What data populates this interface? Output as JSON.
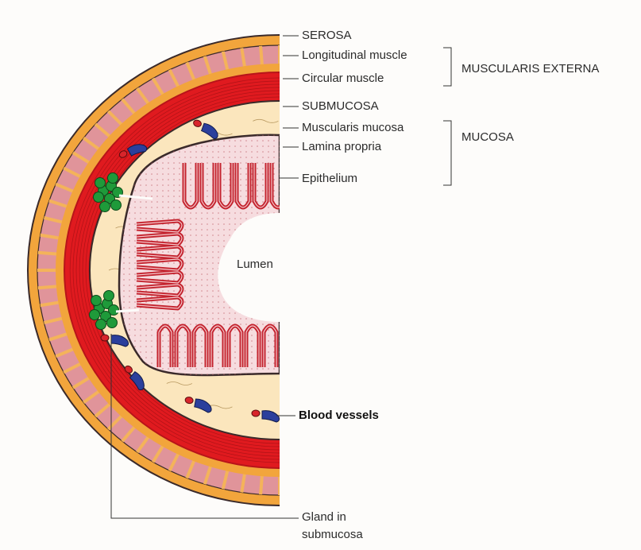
{
  "labels": {
    "serosa": "SEROSA",
    "longitudinal_muscle": "Longitudinal muscle",
    "circular_muscle": "Circular muscle",
    "muscularis_externa": "MUSCULARIS EXTERNA",
    "submucosa": "SUBMUCOSA",
    "muscularis_mucosa": "Muscularis mucosa",
    "lamina_propria": "Lamina propria",
    "mucosa": "MUCOSA",
    "epithelium": "Epithelium",
    "lumen": "Lumen",
    "blood_vessels": "Blood vessels",
    "gland_line1": "Gland in",
    "gland_line2": "submucosa"
  },
  "colors": {
    "serosa": "#f2a53c",
    "longitudinal_muscle": "#e0949a",
    "circular_muscle": "#e01a1f",
    "submucosa": "#fbe6bd",
    "lamina_propria": "#f6dcdf",
    "epithelium": "#c4232e",
    "gland": "#1f9a3a",
    "artery": "#d8252b",
    "vein": "#2b3f9c",
    "outline": "#3a2a2a"
  }
}
